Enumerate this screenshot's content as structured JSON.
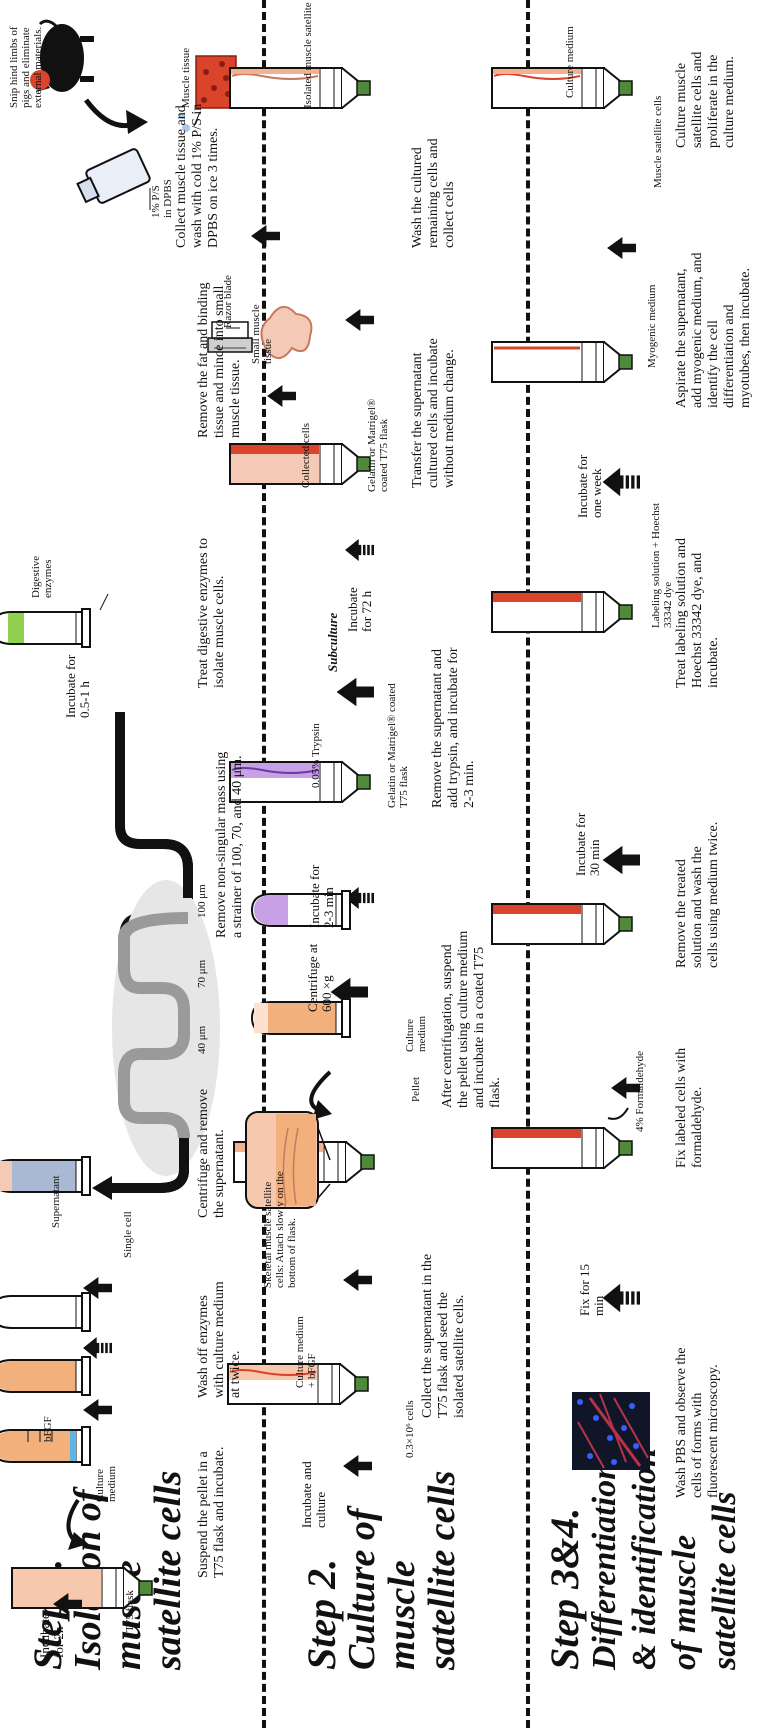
{
  "step1": {
    "title": [
      "Step 1.",
      "Isolation of",
      "muscle",
      "satellite cells"
    ],
    "pig_note": "Snip hind limbs of pigs and eliminate external materials.",
    "labels": {
      "ps_dpbs": "1% P/S in DPBS",
      "muscle_tissue": "Muscle tissue",
      "small_muscle": "Small muscle tissue",
      "razor_blade": "Razor blade",
      "digestive_enzymes": "Digestive enzymes",
      "incubate_05": "Incubate for 0.5-1 h",
      "um100": "100 μm",
      "um70": "70 μm",
      "um40": "40 μm",
      "supernatant": "Supernatant",
      "single_cell": "Single cell",
      "bfgf": "bFGF",
      "culture_medium": "Culture medium",
      "t75": "T75 flask",
      "incubate_2h": "Incubate for 2h"
    },
    "descriptions": [
      "Collect muscle tissue and wash with cold 1% P/S in DPBS on ice 3 times.",
      "Remove the fat and binding tissue and mince into small muscle tissue.",
      "Treat digestive enzymes to isolate muscle cells.",
      "Remove non-singular mass using a strainer of 100, 70, and 40 μm.",
      "Centrifuge and remove the supernatant.",
      "Wash off enzymes with culture medium at twice.",
      "Suspend the pellet in a T75 flask and incubate."
    ]
  },
  "step2": {
    "title": [
      "Step 2.",
      "Culture of",
      "muscle",
      "satellite cells"
    ],
    "labels": {
      "isolated": "Isolated muscle satellite cells",
      "collected": "Collected cells",
      "gelatin1": "Gelatin or Matrigel® coated T75 flask",
      "incubate_72": "Incubate for 72 h",
      "subculture": "Subculture",
      "trypsin": "0.05% Trypsin",
      "gelatin2": "Gelatin or Matrigel® coated T75 flask",
      "incubate_23": "Incubate for 2-3 min",
      "centrifuge": "Centrifuge at 600 ×g",
      "culture_medium": "Culture medium",
      "pellet": "Pellet",
      "attach": "Skeletal muscle satellite cells: Attach slowly on the bottom of flask.",
      "cm_bfgf": "Culture medium + bFGF",
      "cells_count": "0.3×10⁶ cells",
      "incubate_culture": "Incubate and culture"
    },
    "descriptions": [
      "Wash the cultured remaining cells and collect cells",
      "Transfer the supernatant cultured cells and incubate without medium change.",
      "Remove the supernatant and add trypsin, and incubate for 2-3 min.",
      "After centrifugation, suspend the pellet using culture medium and incubate in a coated T75 flask.",
      "Collect the supernatant in the T75 flask and seed the isolated satellite cells."
    ]
  },
  "step34": {
    "title": [
      "Step 3&4.",
      "Differentiation",
      "& identification",
      "of muscle",
      "satellite cells"
    ],
    "labels": {
      "culture_medium": "Culture medium",
      "msc": "Muscle satellite cells",
      "myogenic": "Myogenic medium",
      "incubate_week": "Incubate for one week",
      "labeling": "Labeling solution + Hoechst 33342 dye",
      "incubate_30": "Incubate for 30 min",
      "formaldehyde": "4% Formaldehyde",
      "fix15": "Fix for 15 min"
    },
    "descriptions": [
      "Culture muscle satellite cells and proliferate in the culture medium.",
      "Aspirate the supernatant, add myogenic medium, and identify the cell differentiation and myotubes, then incubate.",
      "Treat labeling solution and Hoechst 33342 dye, and incubate.",
      "Remove the treated solution and wash the cells using medium twice.",
      "Fix labeled cells with formaldehyde.",
      "Wash PBS and observe the cells of forms with fluorescent microscopy."
    ]
  },
  "colors": {
    "flask_red": "#d9442b",
    "flask_pink": "#f4b18f",
    "medium_orange": "#f2b07c",
    "supernatant_blue": "#a9b8d3",
    "trypsin_purple": "#c7a0e6",
    "cap_green": "#4f8a3a",
    "enzyme_green": "#8fd14f",
    "strainer_gray": "#9a9a9a",
    "background_gray": "#e6e6e6"
  }
}
